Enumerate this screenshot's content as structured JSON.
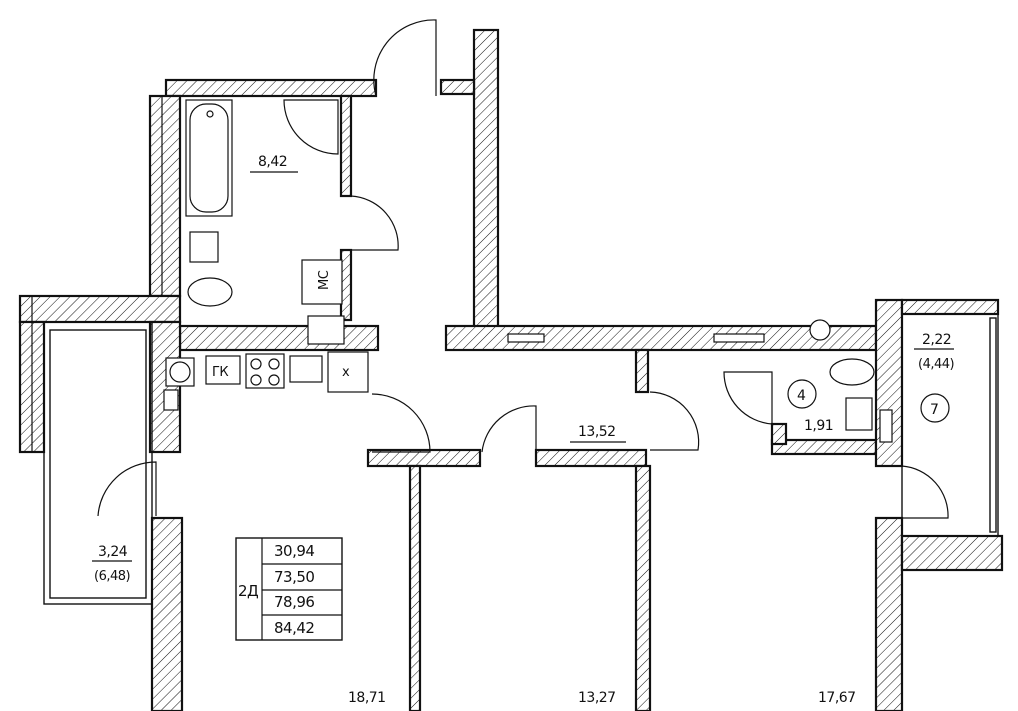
{
  "rooms": {
    "bathroom": {
      "area": "8,42"
    },
    "hallway": {
      "area": "13,52"
    },
    "room_left": {
      "area": "18,71"
    },
    "room_middle": {
      "area": "13,27"
    },
    "room_right": {
      "area": "17,67"
    },
    "toilet": {
      "area": "1,91",
      "number": "4"
    },
    "loggia_left": {
      "area": "3,24",
      "area_full": "(6,48)"
    },
    "loggia_right": {
      "area": "2,22",
      "area_full": "(4,44)",
      "number": "7"
    }
  },
  "fixtures": {
    "shaft_label": "МС",
    "boiler_label": "ГК",
    "sink_label": "х"
  },
  "summary_table": {
    "type": "2Д",
    "values": [
      "30,94",
      "73,50",
      "78,96",
      "84,42"
    ]
  }
}
